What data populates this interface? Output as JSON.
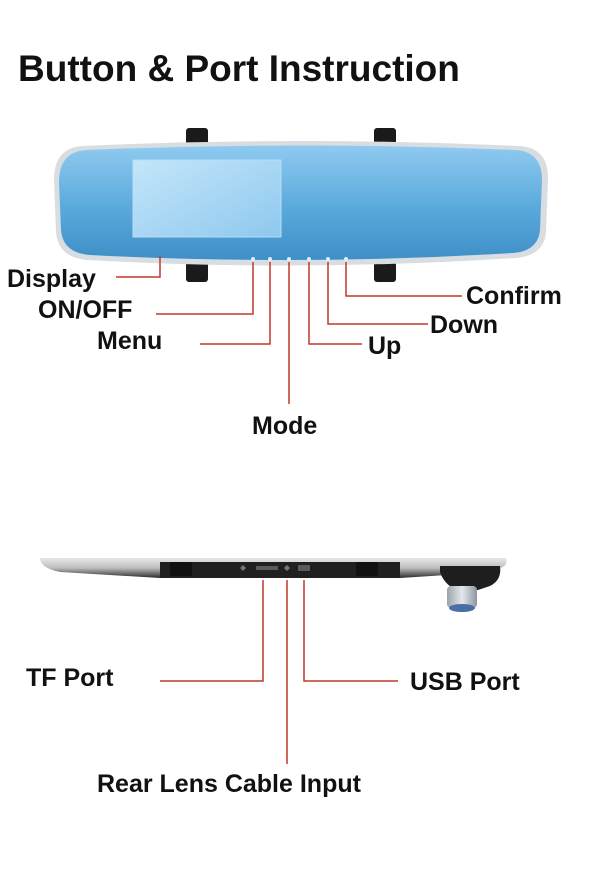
{
  "title": "Button & Port Instruction",
  "front_labels": {
    "display": "Display",
    "on_off": "ON/OFF",
    "menu": "Menu",
    "mode": "Mode",
    "up": "Up",
    "down": "Down",
    "confirm": "Confirm"
  },
  "bottom_labels": {
    "tf_port": "TF Port",
    "usb_port": "USB Port",
    "rear_lens": "Rear Lens Cable Input"
  },
  "colors": {
    "leader_line": "#c0392b",
    "mirror_blue": "#6fb8e4",
    "screen": "#a8d6f4",
    "body_dark": "#1c1c1c"
  }
}
